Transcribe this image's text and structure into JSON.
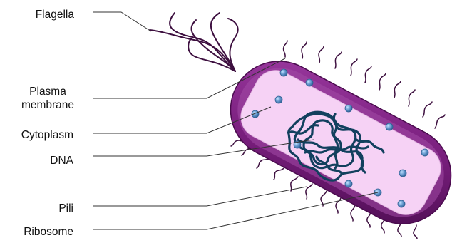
{
  "labels": {
    "flagella": "Flagella",
    "plasma_membrane_line1": "Plasma",
    "plasma_membrane_line2": "membrane",
    "cytoplasm": "Cytoplasm",
    "dna": "DNA",
    "pili": "Pili",
    "ribosome": "Ribosome"
  },
  "colors": {
    "membrane_outer": "#5e1462",
    "membrane_mid": "#8a2b8e",
    "cytoplasm": "#f6d2f5",
    "dna": "#12405e",
    "ribosome": "#5a8fc6",
    "pili": "#3d0f3f",
    "leader_line": "#333333"
  }
}
